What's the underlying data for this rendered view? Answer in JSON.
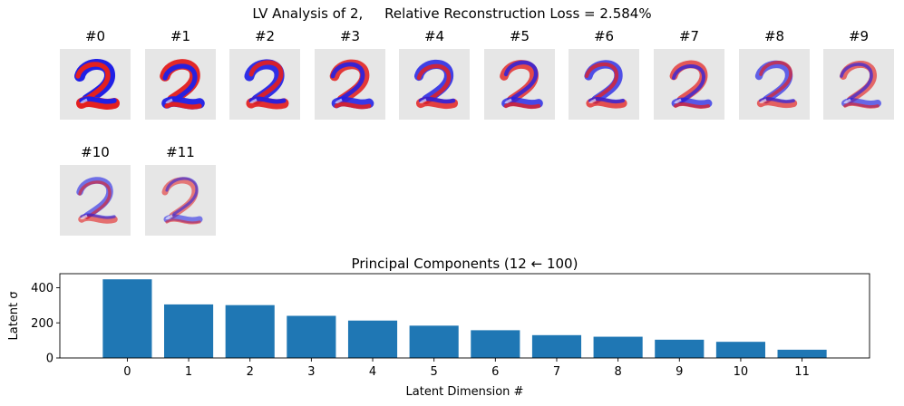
{
  "figure": {
    "suptitle": "LV Analysis of 2,     Relative Reconstruction Loss = 2.584%"
  },
  "tiles": [
    {
      "label": "#0"
    },
    {
      "label": "#1"
    },
    {
      "label": "#2"
    },
    {
      "label": "#3"
    },
    {
      "label": "#4"
    },
    {
      "label": "#5"
    },
    {
      "label": "#6"
    },
    {
      "label": "#7"
    },
    {
      "label": "#8"
    },
    {
      "label": "#9"
    },
    {
      "label": "#10"
    },
    {
      "label": "#11"
    }
  ],
  "colors": {
    "bar": "#1f77b4",
    "positive": "#e32020",
    "negative": "#2020e6",
    "tile_bg": "#e6e6e6"
  },
  "chart_data": {
    "type": "bar",
    "title": "Principal Components (12 ← 100)",
    "xlabel": "Latent Dimension #",
    "ylabel": "Latent σ",
    "categories": [
      "0",
      "1",
      "2",
      "3",
      "4",
      "5",
      "6",
      "7",
      "8",
      "9",
      "10",
      "11"
    ],
    "values": [
      448,
      305,
      301,
      240,
      213,
      184,
      158,
      130,
      121,
      104,
      92,
      47
    ],
    "ylim": [
      0,
      480
    ],
    "yticks": [
      0,
      200,
      400
    ],
    "grid": false,
    "legend": "none"
  }
}
